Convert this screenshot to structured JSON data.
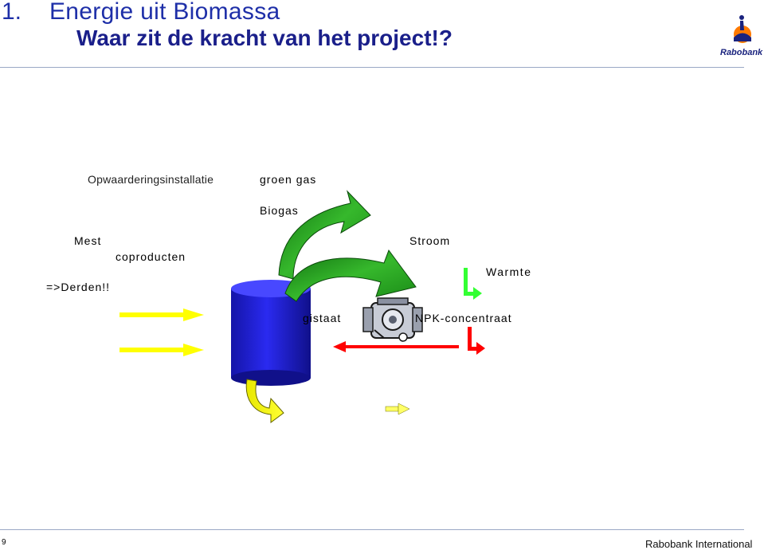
{
  "header": {
    "title_number": "1.",
    "title": "Energie uit Biomassa",
    "subtitle": "Waar zit de kracht van het project!?",
    "logo_text": "Rabobank"
  },
  "diagram": {
    "labels": {
      "installation": "Opwaarderingsinstallatie",
      "green_gas": "groen gas",
      "biogas": "Biogas",
      "manure": "Mest",
      "coproducts": "coproducten",
      "third_parties": "=>Derden!!",
      "electricity": "Stroom",
      "heat": "Warmte",
      "digestate": "gistaat",
      "npk": "NPK-concentraat"
    },
    "icons": [
      "digester-tank-icon",
      "engine-icon"
    ],
    "colors": {
      "green_arrow": "#2e9e1f",
      "yellow_arrow": "#ffff00",
      "red_arrow": "#ff0000",
      "bright_green_arrow": "#33ff33",
      "tank": "#1f1fd0"
    }
  },
  "footer": {
    "page_number": "9",
    "brand": "Rabobank International"
  }
}
